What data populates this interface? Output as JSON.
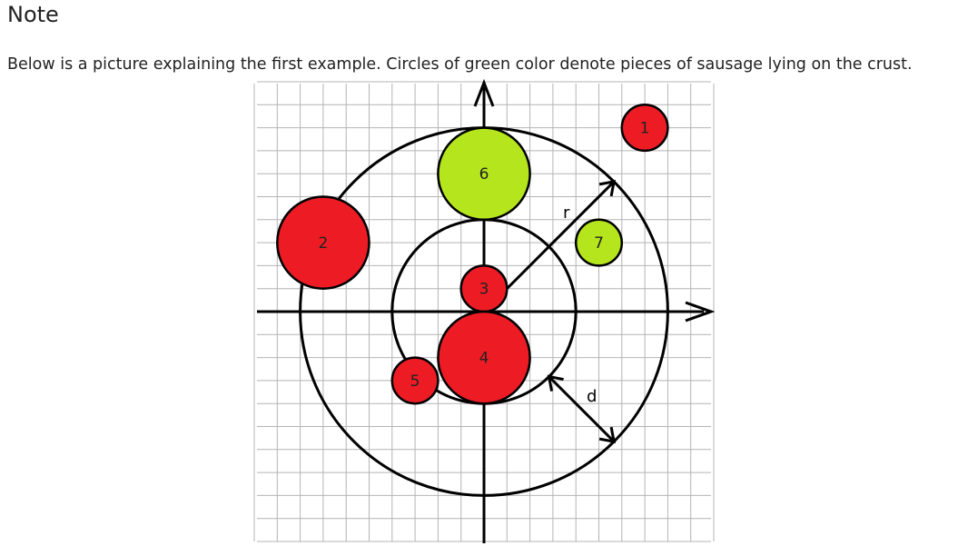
{
  "note": {
    "heading": "Note",
    "caption": "Below is a picture explaining the first example. Circles of green color denote pieces of sausage lying on the crust."
  },
  "diagram": {
    "colors": {
      "red": "#ed1c24",
      "green": "#b5e61d",
      "grid": "#b4b4b4",
      "ink": "#000000"
    },
    "crust": {
      "outer_radius": 8,
      "inner_radius": 4,
      "thickness": 4
    },
    "labels": {
      "radius": "r",
      "thickness": "d"
    },
    "sausages": [
      {
        "id": "1",
        "x": 7,
        "y": 8,
        "r": 1,
        "color": "red"
      },
      {
        "id": "2",
        "x": -7,
        "y": 3,
        "r": 2,
        "color": "red"
      },
      {
        "id": "3",
        "x": 0,
        "y": 1,
        "r": 1,
        "color": "red"
      },
      {
        "id": "4",
        "x": 0,
        "y": -2,
        "r": 2,
        "color": "red"
      },
      {
        "id": "5",
        "x": -3,
        "y": -3,
        "r": 1,
        "color": "red"
      },
      {
        "id": "6",
        "x": 0,
        "y": 6,
        "r": 2,
        "color": "green"
      },
      {
        "id": "7",
        "x": 5,
        "y": 3,
        "r": 1,
        "color": "green"
      }
    ]
  }
}
